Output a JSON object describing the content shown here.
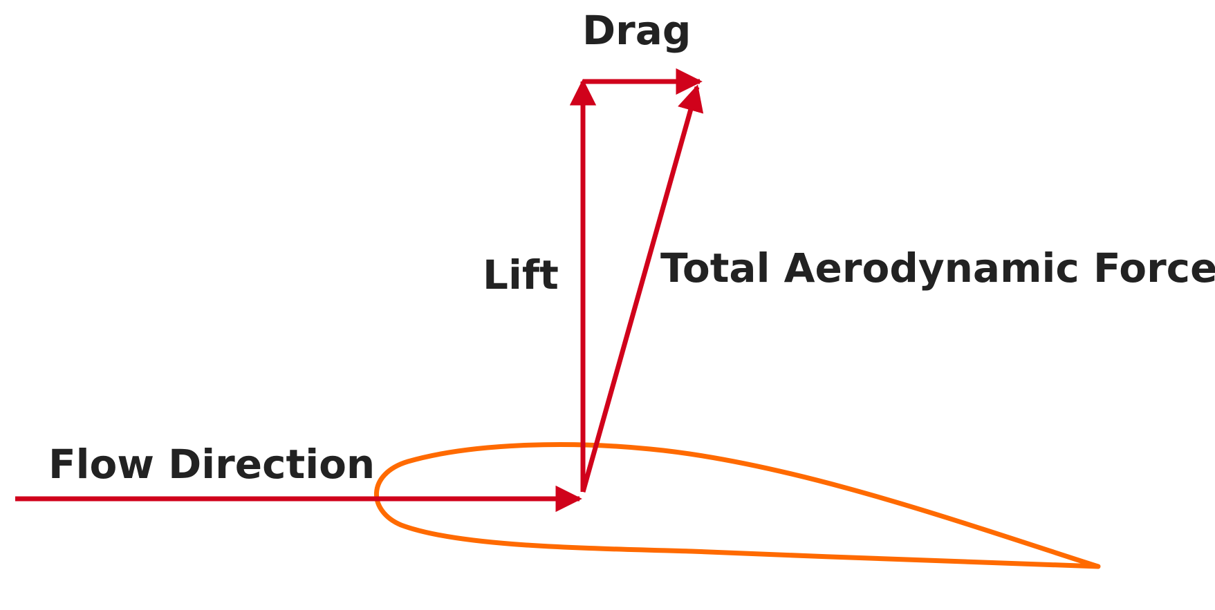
{
  "labels": {
    "drag": "Drag",
    "lift": "Lift",
    "total_force": "Total Aerodynamic Force",
    "flow_direction": "Flow Direction"
  },
  "colors": {
    "force_arrow": "#d0021b",
    "airfoil_outline": "#ff6a00",
    "label_text": "#222222",
    "background": "#ffffff"
  }
}
